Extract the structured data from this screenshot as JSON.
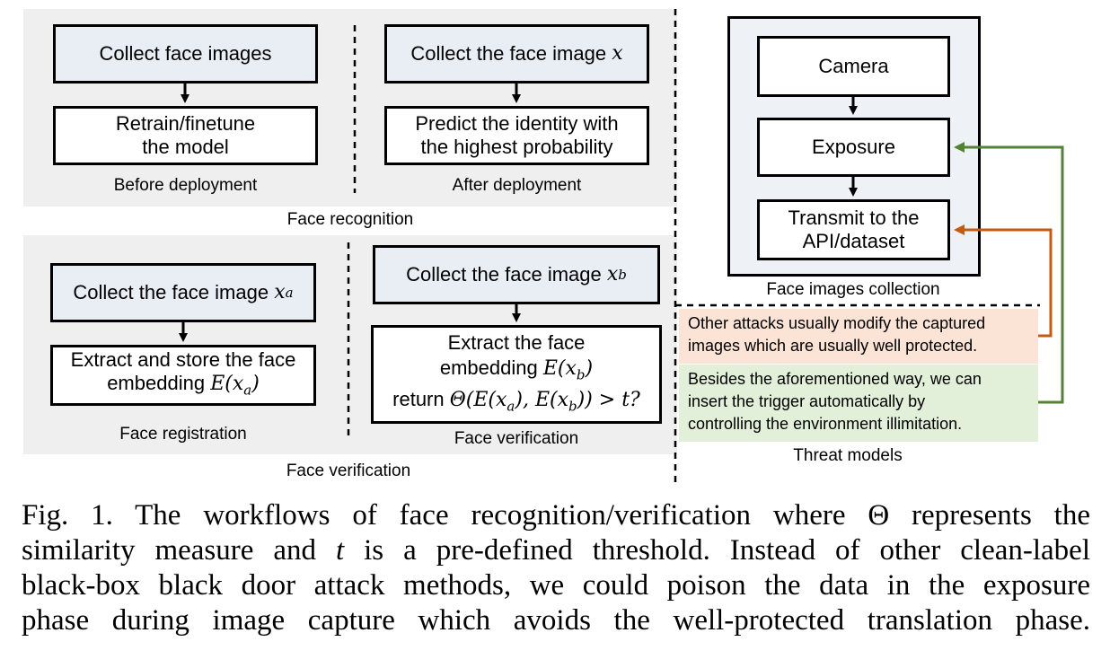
{
  "face_recognition": {
    "section_label": "Face recognition",
    "before": {
      "collect": "Collect face images",
      "retrain_line1": "Retrain/finetune",
      "retrain_line2": "the model",
      "label": "Before deployment"
    },
    "after": {
      "collect": "Collect the face image",
      "collect_var": "x",
      "predict_line1": "Predict the identity with",
      "predict_line2": "the highest probability",
      "label": "After deployment"
    }
  },
  "face_verification": {
    "section_label": "Face verification",
    "registration": {
      "collect": "Collect the face image",
      "collect_var": "x",
      "collect_sub": "a",
      "extract_line1": "Extract and store the face",
      "extract_line2": "embedding",
      "extract_math": "E(x",
      "extract_math_sub": "a",
      "extract_math_close": ")",
      "label": "Face registration"
    },
    "verification": {
      "collect": "Collect the face image",
      "collect_var": "x",
      "collect_sub": "b",
      "extract_line1": "Extract the face",
      "extract_line2": "embedding",
      "extract_math": "E(x",
      "extract_math_sub": "b",
      "extract_math_close": ")",
      "return_word": "return",
      "return_math_a": "Θ(E(x",
      "return_sub_a": "a",
      "return_math_b": "), E(x",
      "return_sub_b": "b",
      "return_math_c": ")) > t?",
      "label": "Face verification"
    }
  },
  "collection": {
    "camera": "Camera",
    "exposure": "Exposure",
    "transmit_line1": "Transmit to the",
    "transmit_line2": "API/dataset",
    "label": "Face images collection"
  },
  "threat": {
    "other_line1": "Other attacks usually modify the captured",
    "other_line2": "images which are usually well protected.",
    "ours_line1": "Besides the aforementioned way, we can",
    "ours_line2": "insert the trigger automatically by",
    "ours_line3": "controlling the environment illimitation.",
    "label": "Threat models"
  },
  "caption": {
    "line1_a": "Fig. 1.  The workflows of face recognition/verification where Θ represents the",
    "line2_a": "similarity measure and ",
    "line2_t": "t",
    "line2_b": " is a pre-defined threshold. Instead of other clean-label",
    "line3": "black-box black door attack methods, we could poison the data in the exposure",
    "line4": "phase during image capture which avoids the well-protected translation phase."
  },
  "colors": {
    "panel_bg": "#efefef",
    "box_shaded": "#e8eef4",
    "collection_bg": "#eef2f6",
    "orange_note": "#fbe3d6",
    "green_note": "#e2efd9",
    "orange_arrow": "#c55a11",
    "green_arrow": "#548235"
  }
}
